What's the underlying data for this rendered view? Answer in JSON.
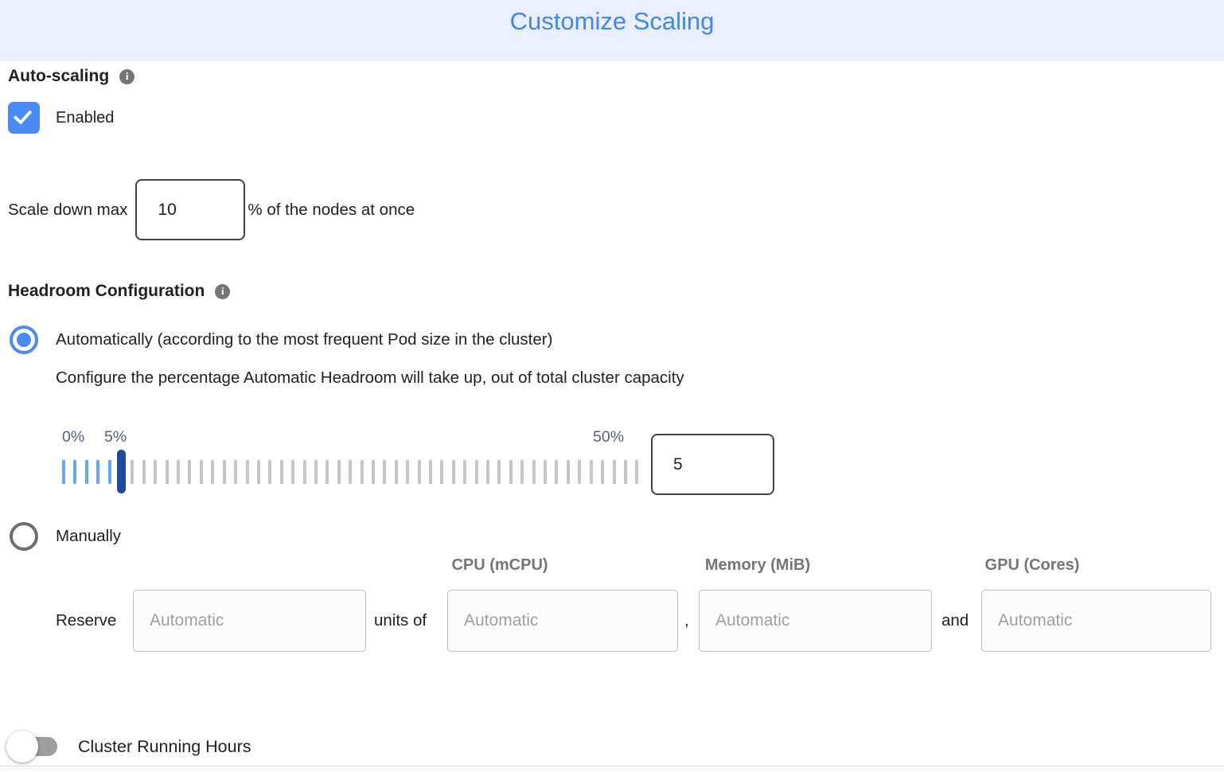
{
  "colors": {
    "accent": "#4a8cf5",
    "title": "#4285f4",
    "headerBg": "#e8f0fe",
    "navy": "#1c4aa0",
    "lightBlue": "#64a7f2",
    "tickGray": "#c6c6c6",
    "slate": "#51617f",
    "grayText": "#757575",
    "dark": "#212121",
    "inputBorder": "#bdbdbd",
    "darkBorder": "#424242",
    "placeholder": "#9e9e9e",
    "toggleGray": "#9e9e9e",
    "divider": "#e0e0e0"
  },
  "icons": {
    "info_glyph": "i"
  },
  "header": {
    "title": "Customize Scaling"
  },
  "auto_scaling": {
    "section_label": "Auto-scaling",
    "enabled_label": "Enabled",
    "checkbox_checked": true,
    "scale_down_prefix": "Scale down max",
    "scale_down_value": "10",
    "scale_down_suffix": "% of the nodes at once"
  },
  "headroom": {
    "section_label": "Headroom Configuration",
    "automatic_label": "Automatically (according to the most frequent Pod size in the cluster)",
    "automatic_selected": true,
    "automatic_description": "Configure the percentage Automatic Headroom will take up, out of total cluster capacity",
    "slider": {
      "min_label": "0%",
      "value_label": "5%",
      "max_label": "50%",
      "value": "5",
      "min": 0,
      "max": 50,
      "tick_count": 51,
      "active_ticks": 6
    },
    "manual_label": "Manually",
    "manual_selected": false,
    "reserve": {
      "reserve_label": "Reserve",
      "units_of_label": "units of",
      "separator_comma": ",",
      "separator_and": "and",
      "columns": [
        "CPU (mCPU)",
        "Memory (MiB)",
        "GPU (Cores)"
      ],
      "placeholder": "Automatic"
    }
  },
  "footer": {
    "toggle_label": "Cluster Running Hours",
    "toggle_on": false
  }
}
